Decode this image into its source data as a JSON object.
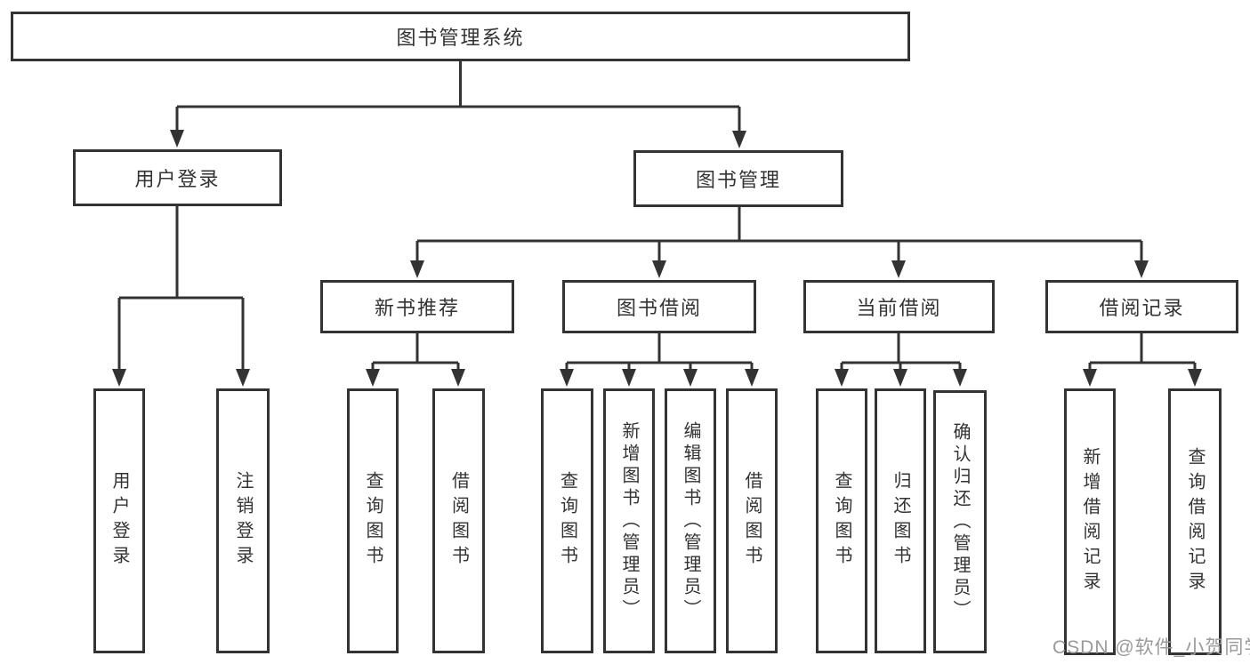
{
  "tree": {
    "root": {
      "label": "图书管理系统"
    },
    "branches": [
      {
        "label": "用户登录",
        "children": [
          {
            "label": "用户登录"
          },
          {
            "label": "注销登录"
          }
        ]
      },
      {
        "label": "图书管理",
        "children": [
          {
            "label": "新书推荐",
            "children": [
              {
                "label": "查询图书"
              },
              {
                "label": "借阅图书"
              }
            ]
          },
          {
            "label": "图书借阅",
            "children": [
              {
                "label": "查询图书"
              },
              {
                "label": "新增图书（管理员）"
              },
              {
                "label": "编辑图书（管理员）"
              },
              {
                "label": "借阅图书"
              }
            ]
          },
          {
            "label": "当前借阅",
            "children": [
              {
                "label": "查询图书"
              },
              {
                "label": "归还图书"
              },
              {
                "label": "确认归还（管理员）"
              }
            ]
          },
          {
            "label": "借阅记录",
            "children": [
              {
                "label": "新增借阅记录"
              },
              {
                "label": "查询借阅记录"
              }
            ]
          }
        ]
      }
    ]
  },
  "watermark": {
    "text": "CSDN @软件_小贺同学"
  },
  "colors": {
    "line": "#333333",
    "text": "#333333",
    "watermark": "#9a9a9a",
    "background": "#ffffff"
  }
}
